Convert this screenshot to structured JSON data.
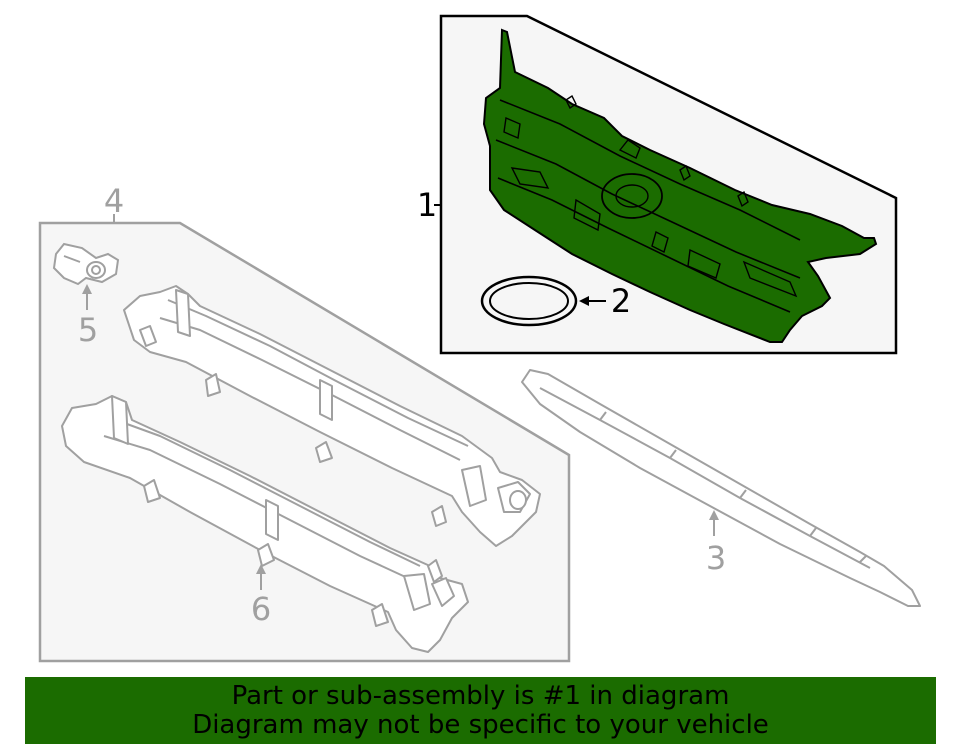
{
  "callouts": {
    "c1": "1",
    "c2": "2",
    "c3": "3",
    "c4": "4",
    "c5": "5",
    "c6": "6"
  },
  "banner": {
    "line1": "Part or sub-assembly is #1 in diagram",
    "line2": "Diagram may not be specific to your vehicle"
  },
  "colors": {
    "highlight_part": "#1b6c00",
    "banner_background": "#1b6c00",
    "inactive_linework": "#a0a0a0",
    "active_linework": "#000000",
    "panel_fill": "#f6f6f6"
  }
}
